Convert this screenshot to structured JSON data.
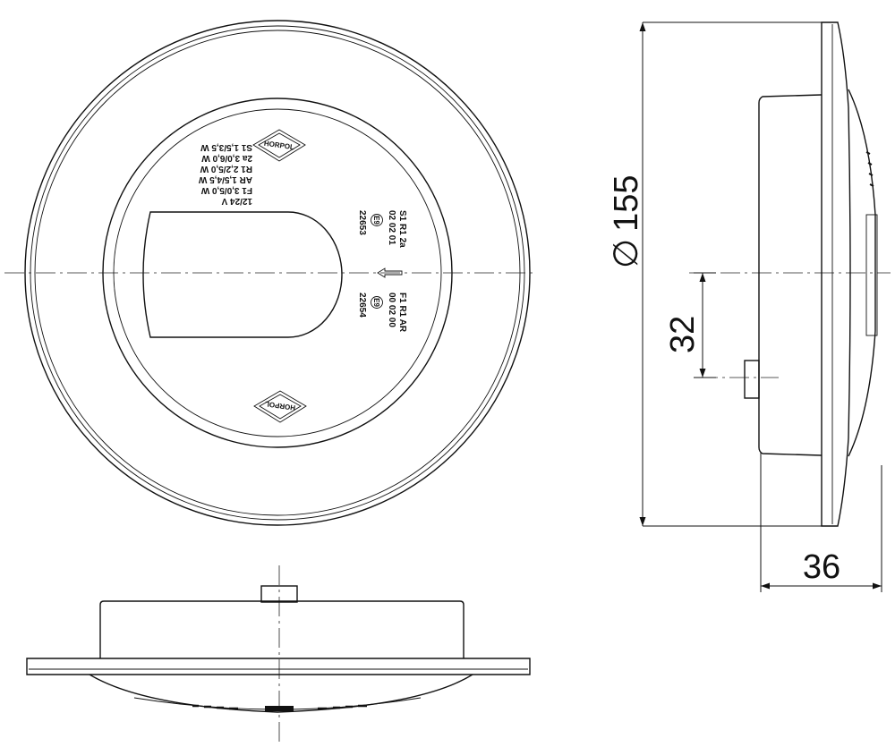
{
  "dimensions": {
    "diameter_symbol": "∅",
    "diameter": "155",
    "offset": "32",
    "depth": "36"
  },
  "markings": {
    "brand": "HORPOL",
    "voltage": "12/24 V",
    "power_lines": [
      "F1  3,0/5,0 W",
      "AR  1,5/4,5 W",
      "R1  2,2/5,0 W",
      "2a  3,0/6,0 W",
      "S1  1,5/3,5 W"
    ],
    "homologation_top": {
      "functions_row": "S1  R1  2a",
      "codes_row": "02  02  01",
      "emark": "E9",
      "approval": "22653"
    },
    "homologation_bottom": {
      "functions_row": "F1  R1  AR",
      "codes_row": "00  02  00",
      "emark": "E9",
      "approval": "22654"
    }
  }
}
